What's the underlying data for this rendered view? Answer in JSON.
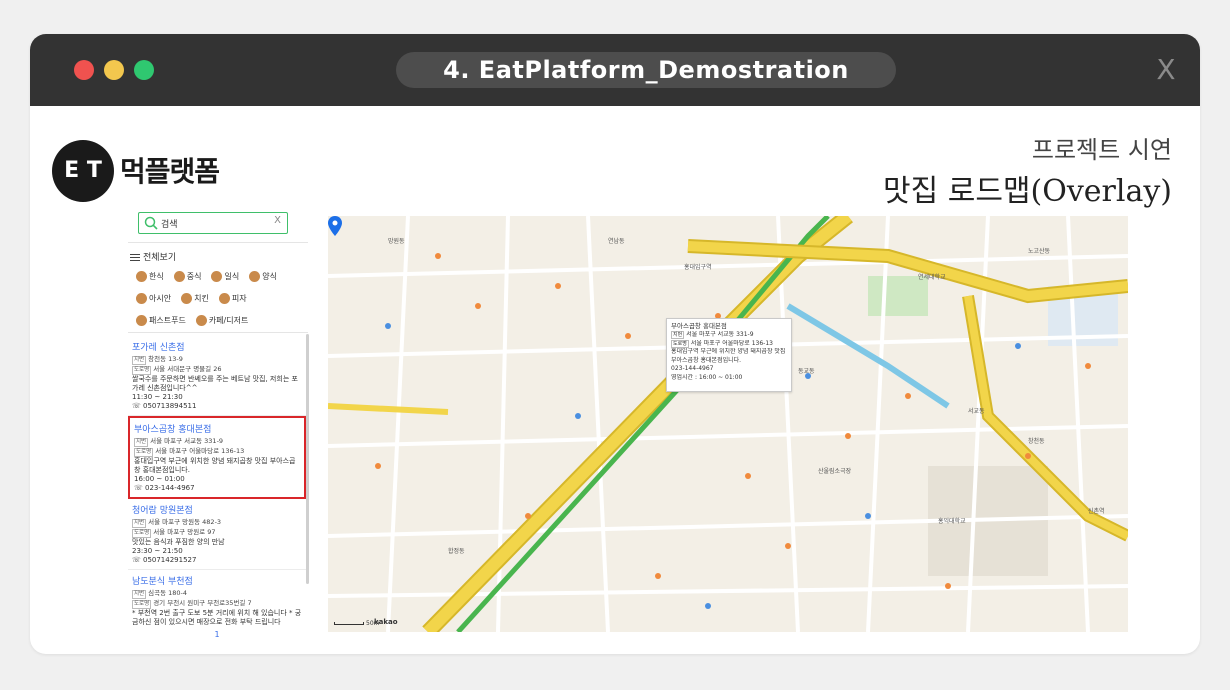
{
  "window": {
    "title": "4. EatPlatform_Demostration",
    "close_label": "X"
  },
  "brand": {
    "logo_mark": "E T",
    "logo_text": "먹플랫폼"
  },
  "heading": {
    "subtitle": "프로젝트 시연",
    "title": "맛집 로드맵(Overlay)"
  },
  "search": {
    "value": "검색",
    "clear_label": "X"
  },
  "filters": {
    "all_label": "전체보기",
    "categories": [
      "한식",
      "중식",
      "일식",
      "양식",
      "아시안",
      "치킨",
      "피자",
      "패스트푸드",
      "카페/디저트"
    ]
  },
  "list": {
    "jibun_label": "지번",
    "road_label": "도로명",
    "items": [
      {
        "name": "포가레 신촌점",
        "jibun": "창천동 13-9",
        "road": "서울 서대문구 명물길 26",
        "desc": "쌀국수를 주문하면 반쎄오를 주는 베트남 맛집, 저희는 포가레 신촌점입니다^^",
        "hours": "11:30 ~ 21:30",
        "phone": "050713894511"
      },
      {
        "name": "부아스곱창 홍대본점",
        "jibun": "서울 마포구 서교동 331-9",
        "road": "서울 마포구 어울마당로 136-13",
        "desc": "홍대입구역 부근에 위치한 양념 돼지곱창 맛집 부아스곱창 홍대본점입니다.",
        "hours": "16:00 ~ 01:00",
        "phone": "023-144-4967"
      },
      {
        "name": "청어람 망원본점",
        "jibun": "서울 마포구 망원동 482-3",
        "road": "서울 마포구 망원로 97",
        "desc": "맛있는 음식과 푸짐한 양의 만남",
        "hours": "23:30 ~ 21:50",
        "phone": "050714291527"
      },
      {
        "name": "남도분식 부천점",
        "jibun": "심곡동 180-4",
        "road": "경기 부천시 원미구 부천로35번길 7",
        "desc": "* 부천역 2번 출구 도보 5분 거리에 위치 해 있습니다 * 궁금하신 점이 있으시면 매장으로 전화 부탁 드립니다",
        "hours": "",
        "phone": ""
      }
    ],
    "page": "1"
  },
  "overlay": {
    "name": "부아스곱창 홍대본점",
    "jibun_label": "지번",
    "jibun": "서울 마포구 서교동 331-9",
    "road_label": "도로명",
    "road": "서울 마포구 어울마당로 136-13",
    "desc": "홍대입구역 부근에 위치한 양념 돼지곱창 맛집 부아스곱창 홍대본점입니다.",
    "phone": "023-144-4967",
    "hours": "영업시간 : 16:00 ~ 01:00"
  },
  "map": {
    "scale": "50m",
    "provider": "kakao",
    "labels": [
      "홍대입구역",
      "신촌역",
      "연세대학교",
      "서교동",
      "동교동",
      "창천동",
      "망원동",
      "합정동",
      "산울림소극장",
      "홍익대학교",
      "연남동",
      "노고산동"
    ],
    "colors": {
      "road_major": "#f2d54a",
      "road_edge": "#d6b72a",
      "rail": "#49b54e",
      "water": "#bfe3f0",
      "park": "#cfe8c3",
      "pin": "#1c6fe8"
    }
  },
  "colors": {
    "titlebar": "#333333",
    "accent_search": "#3fbf6a",
    "link": "#3a6ee8",
    "selected_border": "#d9262a"
  }
}
